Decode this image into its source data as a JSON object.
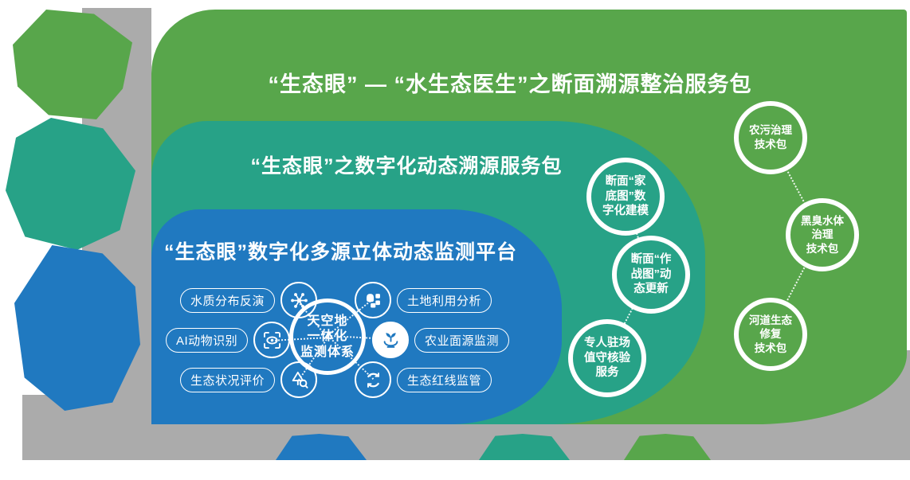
{
  "colors": {
    "green": "#58a64b",
    "teal": "#27a287",
    "blue": "#2079c0",
    "gray": "#ababab",
    "white": "#ffffff"
  },
  "titles": {
    "outer": "“生态眼” — “水生态医生”之断面溯源整治服务包",
    "middle": "“生态眼”之数字化动态溯源服务包",
    "inner": "“生态眼”数字化多源立体动态监测平台"
  },
  "platform": {
    "center_lines": [
      "天空地",
      "一体化",
      "监测体系"
    ],
    "items": [
      {
        "label": "水质分布反演",
        "icon": "hub"
      },
      {
        "label": "AI动物识别",
        "icon": "eye"
      },
      {
        "label": "生态状况评价",
        "icon": "tree"
      },
      {
        "label": "土地利用分析",
        "icon": "land"
      },
      {
        "label": "农业面源监测",
        "icon": "sprout"
      },
      {
        "label": "生态红线监管",
        "icon": "redline"
      }
    ]
  },
  "tracing_circles": [
    {
      "lines": [
        "断面“家",
        "底图”数",
        "字化建模"
      ]
    },
    {
      "lines": [
        "断面“作",
        "战图”动",
        "态更新"
      ]
    },
    {
      "lines": [
        "专人驻场",
        "值守核验",
        "服务"
      ]
    }
  ],
  "package_circles": [
    {
      "lines": [
        "农污治理",
        "技术包",
        ""
      ]
    },
    {
      "lines": [
        "黑臭水体",
        "治理",
        "技术包"
      ]
    },
    {
      "lines": [
        "河道生态",
        "修复",
        "技术包"
      ]
    }
  ]
}
